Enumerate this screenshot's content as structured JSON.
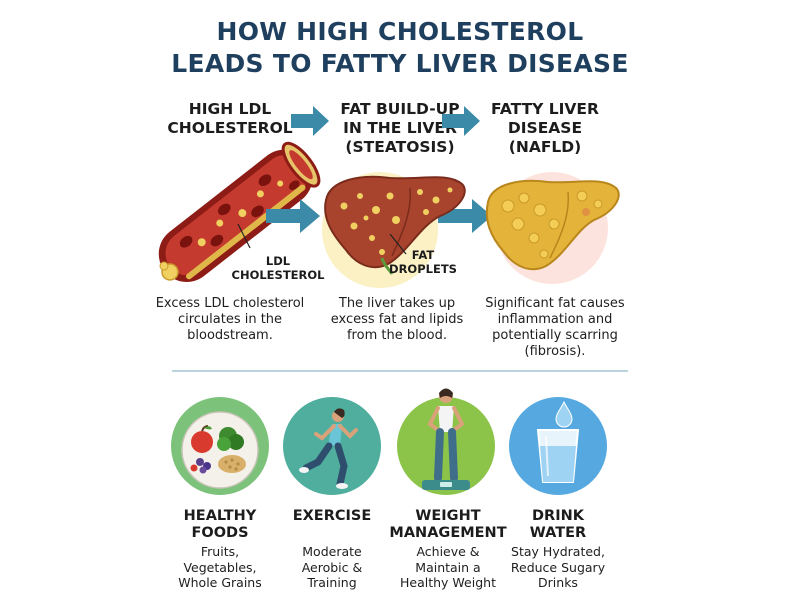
{
  "title": {
    "line1": "HOW HIGH CHOLESTEROL",
    "line2": "LEADS TO FATTY LIVER DISEASE"
  },
  "stages": [
    {
      "title_line1": "HIGH LDL",
      "title_line2": "CHOLESTEROL",
      "title_line3": "",
      "desc_line1": "Excess LDL cholesterol",
      "desc_line2": "circulates in the",
      "desc_line3": "bloodstream.",
      "desc_line4": ""
    },
    {
      "title_line1": "FAT BUILD-UP",
      "title_line2": "IN THE LIVER",
      "title_line3": "(STEATOSIS)",
      "desc_line1": "The liver takes up",
      "desc_line2": "excess fat and lipids",
      "desc_line3": "from the blood.",
      "desc_line4": ""
    },
    {
      "title_line1": "FATTY LIVER",
      "title_line2": "DISEASE",
      "title_line3": "(NAFLD)",
      "desc_line1": "Significant fat causes",
      "desc_line2": "inflammation and",
      "desc_line3": "potentially scarring",
      "desc_line4": "(fibrosis)."
    }
  ],
  "labels": {
    "ldl_line1": "LDL",
    "ldl_line2": "CHOLESTEROL",
    "fat_line1": "FAT",
    "fat_line2": "DROPLETS"
  },
  "tips": [
    {
      "title_line1": "HEALTHY",
      "title_line2": "FOODS",
      "desc_line1": "Fruits,",
      "desc_line2": "Vegetables,",
      "desc_line3": "Whole Grains",
      "icon": "healthy-food-plate-icon"
    },
    {
      "title_line1": "EXERCISE",
      "title_line2": "",
      "desc_line1": "Moderate",
      "desc_line2": "Aerobic &",
      "desc_line3": "Training",
      "icon": "running-woman-icon"
    },
    {
      "title_line1": "WEIGHT",
      "title_line2": "MANAGEMENT",
      "desc_line1": "Achieve &",
      "desc_line2": "Maintain a",
      "desc_line3": "Healthy Weight",
      "icon": "scale-woman-icon"
    },
    {
      "title_line1": "DRINK",
      "title_line2": "WATER",
      "desc_line1": "Stay Hydrated,",
      "desc_line2": "Reduce Sugary",
      "desc_line3": "Drinks",
      "icon": "water-glass-icon"
    }
  ],
  "colors": {
    "title": "#1f3f5f",
    "arrow": "#3a8aa8",
    "blood": "#b3261e",
    "liver": "#a8442e",
    "fatty_liver": "#e3b33a"
  }
}
